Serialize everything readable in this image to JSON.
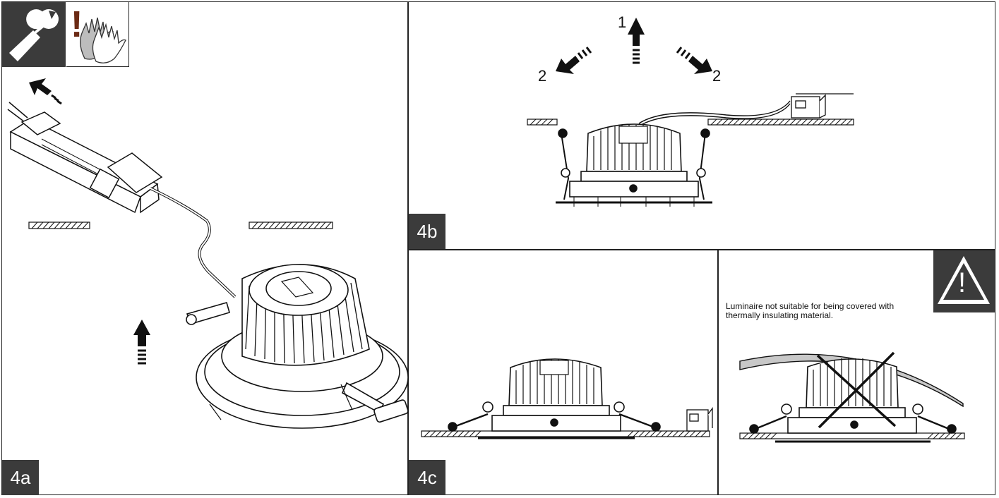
{
  "panels": {
    "a": {
      "label": "4a"
    },
    "b": {
      "label": "4b",
      "step_up": "1",
      "step_left": "2",
      "step_right": "2"
    },
    "c": {
      "label": "4c"
    }
  },
  "warning": {
    "symbol": "!",
    "text": "Luminaire not suitable for being covered with thermally insulating material."
  },
  "tools": {
    "wrench_icon": "wrench-icon",
    "gloves_icon": "gloves-icon",
    "exclamation": "!"
  },
  "colors": {
    "label_bg": "#3b3b3b",
    "warning_bg": "#3b3b3b",
    "exclamation": "#6b2a14",
    "insulation": "#c8c8c8"
  }
}
